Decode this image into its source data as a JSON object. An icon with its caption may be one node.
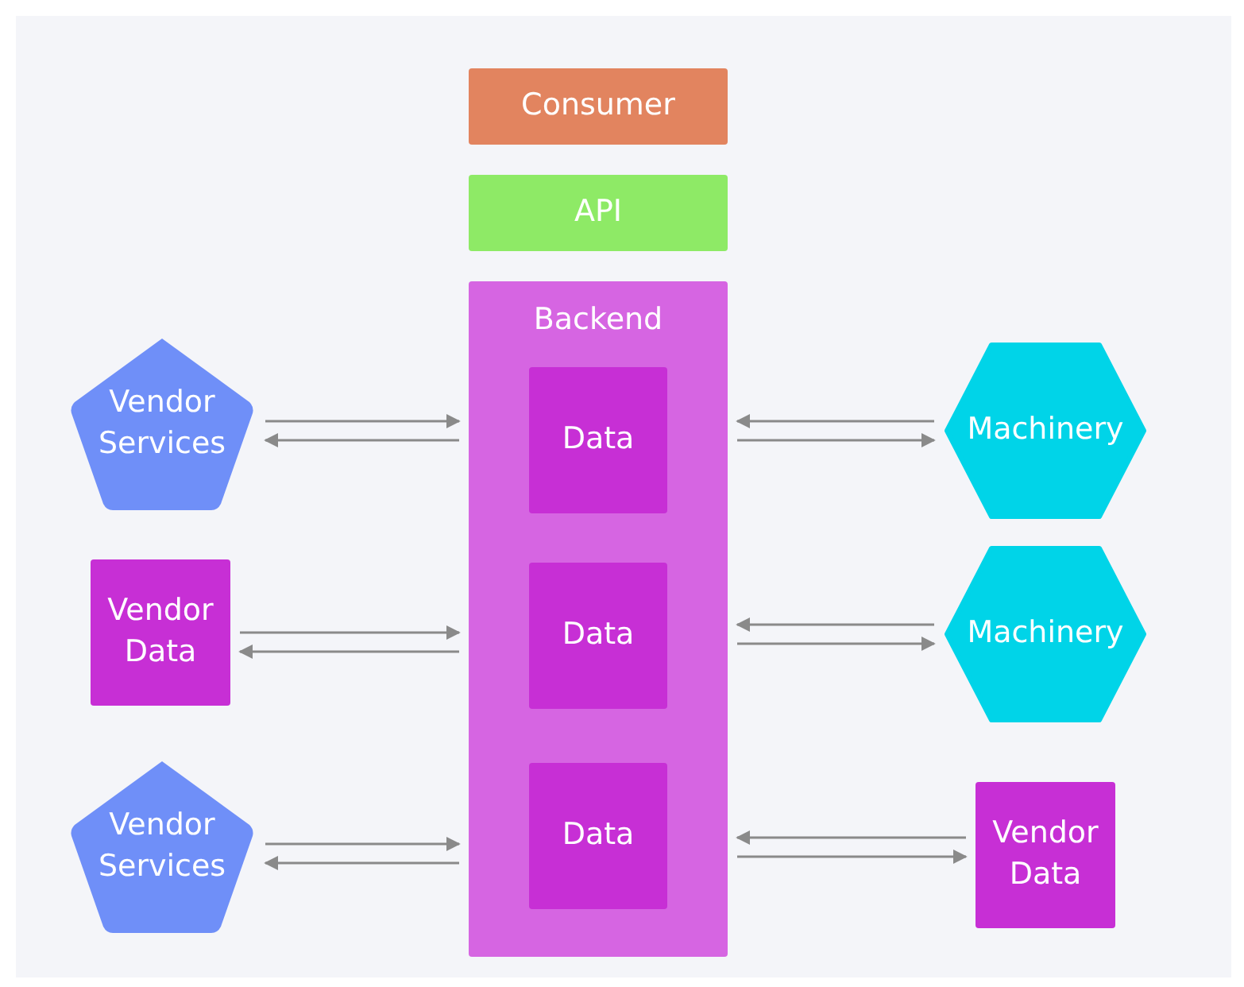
{
  "diagram": {
    "nodes": [
      {
        "text": [
          "Consumer"
        ]
      },
      {
        "text": [
          "API"
        ]
      },
      {
        "text": [
          "Backend"
        ]
      },
      {
        "text": [
          "Data"
        ],
        "in": 2
      },
      {
        "text": [
          "Data"
        ],
        "in": 2
      },
      {
        "text": [
          "Data"
        ],
        "in": 2
      },
      {
        "text": [
          "Vendor Services"
        ]
      },
      {
        "text": [
          "Vendor Data"
        ]
      },
      {
        "text": [
          "Vendor Services"
        ]
      },
      {
        "text": [
          "Machinery"
        ]
      },
      {
        "text": [
          "Machinery"
        ]
      },
      {
        "text": [
          "Vendor Data"
        ]
      }
    ],
    "edges": [
      {
        "from": 6,
        "to": 2,
        "arrow": "to"
      },
      {
        "from": 2,
        "to": 6,
        "arrow": "to"
      },
      {
        "from": 7,
        "to": 2,
        "arrow": "to"
      },
      {
        "from": 2,
        "to": 7,
        "arrow": "to"
      },
      {
        "from": 8,
        "to": 2,
        "arrow": "to"
      },
      {
        "from": 2,
        "to": 8,
        "arrow": "to"
      },
      {
        "from": 9,
        "to": 2,
        "arrow": "to"
      },
      {
        "from": 2,
        "to": 9,
        "arrow": "to"
      },
      {
        "from": 10,
        "to": 2,
        "arrow": "to"
      },
      {
        "from": 2,
        "to": 10,
        "arrow": "to"
      },
      {
        "from": 11,
        "to": 2,
        "arrow": "to"
      },
      {
        "from": 2,
        "to": 11,
        "arrow": "to"
      }
    ]
  }
}
